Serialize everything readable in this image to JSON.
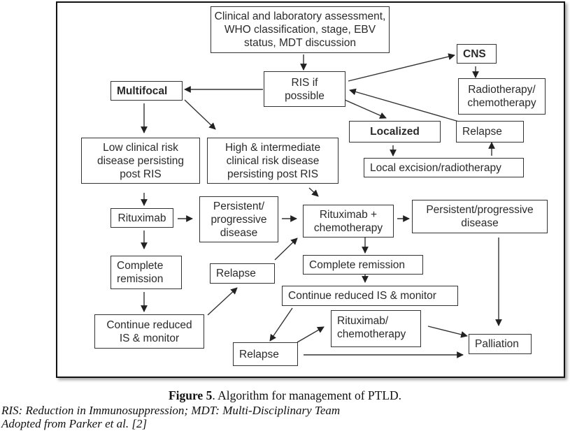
{
  "diagram": {
    "nodes": {
      "assessment": "Clinical and laboratory assessment,\nWHO classification, stage, EBV\nstatus, MDT discussion",
      "ris": "RIS if\npossible",
      "multifocal": "Multifocal",
      "cns": "CNS",
      "radio_chemo": "Radiotherapy/\nchemotherapy",
      "localized": "Localized",
      "relapse_local": "Relapse",
      "local_excision": "Local excision/radiotherapy",
      "low_risk": "Low clinical risk\ndisease persisting\npost RIS",
      "high_risk": "High & intermediate\nclinical risk disease\npersisting post RIS",
      "rituximab": "Rituximab",
      "persistent_left": "Persistent/\nprogressive\ndisease",
      "rituximab_chemo": "Rituximab +\nchemotherapy",
      "persistent_right": "Persistent/progressive\ndisease",
      "complete_remission_left": "Complete\nremission",
      "relapse_mid": "Relapse",
      "complete_remission_right": "Complete remission",
      "continue_left": "Continue reduced\nIS & monitor",
      "continue_right": "Continue reduced IS & monitor",
      "rituximab_slash_chemo": "Rituximab/\nchemotherapy",
      "relapse_bottom": "Relapse",
      "palliation": "Palliation"
    },
    "edges": [
      [
        "assessment",
        "ris"
      ],
      [
        "ris",
        "multifocal"
      ],
      [
        "ris",
        "cns"
      ],
      [
        "ris",
        "localized"
      ],
      [
        "relapse_local",
        "ris"
      ],
      [
        "cns",
        "radio_chemo"
      ],
      [
        "localized",
        "local_excision"
      ],
      [
        "local_excision",
        "relapse_local"
      ],
      [
        "multifocal",
        "low_risk"
      ],
      [
        "multifocal",
        "high_risk"
      ],
      [
        "low_risk",
        "rituximab"
      ],
      [
        "high_risk",
        "rituximab_chemo"
      ],
      [
        "rituximab",
        "persistent_left"
      ],
      [
        "persistent_left",
        "rituximab_chemo"
      ],
      [
        "rituximab",
        "complete_remission_left"
      ],
      [
        "complete_remission_left",
        "continue_left"
      ],
      [
        "continue_left",
        "relapse_mid"
      ],
      [
        "relapse_mid",
        "rituximab_chemo"
      ],
      [
        "rituximab_chemo",
        "persistent_right"
      ],
      [
        "rituximab_chemo",
        "complete_remission_right"
      ],
      [
        "complete_remission_right",
        "continue_right"
      ],
      [
        "continue_right",
        "relapse_bottom"
      ],
      [
        "relapse_bottom",
        "rituximab_slash_chemo"
      ],
      [
        "relapse_bottom",
        "palliation"
      ],
      [
        "rituximab_slash_chemo",
        "palliation"
      ],
      [
        "persistent_right",
        "palliation"
      ]
    ]
  },
  "caption": {
    "figure_label": "Figure 5",
    "figure_text": ". Algorithm for management of PTLD.",
    "abbreviations": "RIS: Reduction in Immunosuppression; MDT: Multi-Disciplinary Team",
    "source": "Adopted from Parker et al. [2]"
  },
  "colors": {
    "text": "#2a2a2a",
    "border": "#333333",
    "frame": "#111111"
  }
}
